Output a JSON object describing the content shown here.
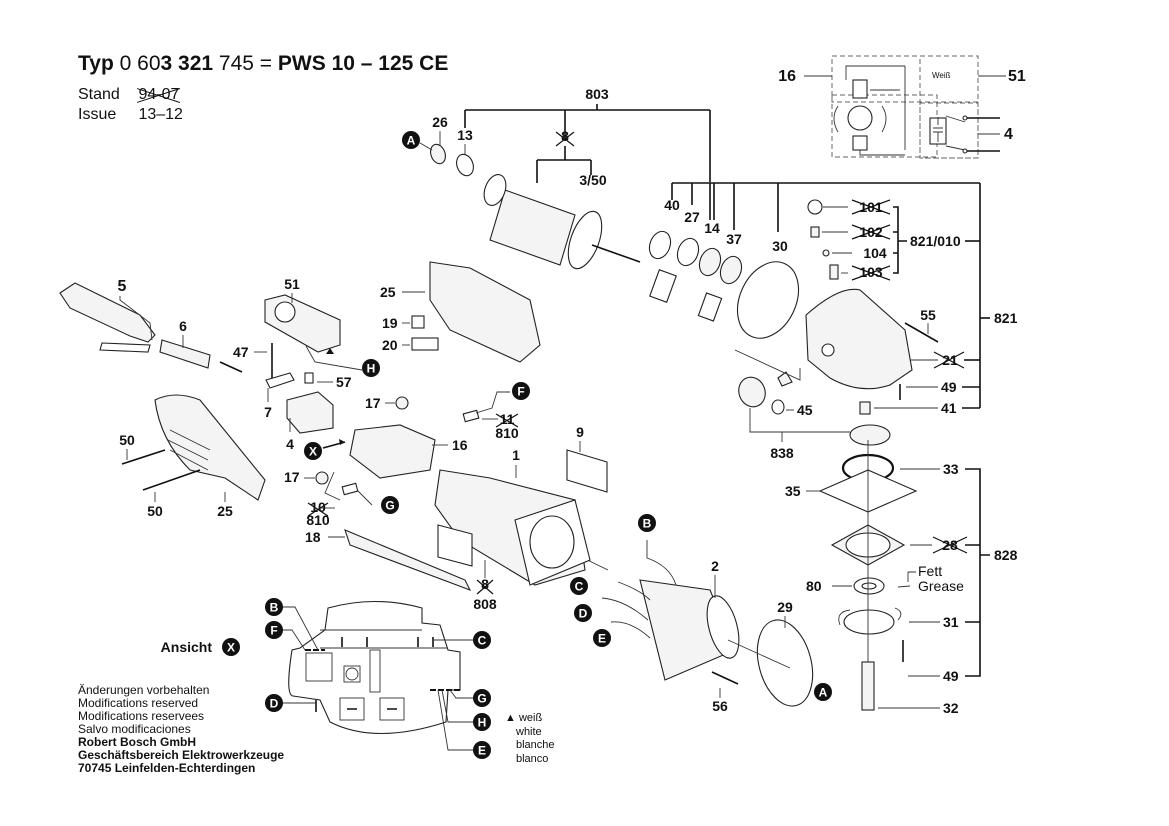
{
  "header": {
    "typ_label": "Typ",
    "part_no_prefix": "0 60",
    "part_no_bold": "3 321",
    "part_no_suffix": "745",
    "equals": "=",
    "model": "PWS 10 – 125 CE",
    "stand_label": "Stand",
    "stand_value": "94-07",
    "issue_label": "Issue",
    "issue_value": "13–12"
  },
  "wiring": {
    "label_16": "16",
    "label_51": "51",
    "label_4": "4",
    "wire_note": "Weiß"
  },
  "parts": {
    "p803": "803",
    "p26": "26",
    "p13": "13",
    "p8": "8",
    "p3_50": "3/50",
    "p40": "40",
    "p27": "27",
    "p14": "14",
    "p37": "37",
    "p30": "30",
    "p101": "101",
    "p102": "102",
    "p104": "104",
    "p103": "103",
    "p821_010": "821/010",
    "p821": "821",
    "p55": "55",
    "p21": "21",
    "p49a": "49",
    "p41": "41",
    "p45": "45",
    "p838": "838",
    "p33": "33",
    "p35": "35",
    "p28": "28",
    "p828": "828",
    "p80": "80",
    "p31": "31",
    "p49b": "49",
    "p32": "32",
    "p29": "29",
    "p2": "2",
    "p56": "56",
    "p1": "1",
    "p9": "9",
    "p808": "808",
    "p18": "18",
    "p25a": "25",
    "p19": "19",
    "p20": "20",
    "p51": "51",
    "p47": "47",
    "p57": "57",
    "p7": "7",
    "p4": "4",
    "p5": "5",
    "p6": "6",
    "p17a": "17",
    "p17b": "17",
    "p16": "16",
    "p810a": "810",
    "p810b": "810",
    "p11": "11",
    "p10": "10",
    "p50a": "50",
    "p50b": "50",
    "p25b": "25"
  },
  "struck_parts": [
    "8",
    "101",
    "102",
    "103",
    "21",
    "28",
    "11",
    "10",
    "8 (808)"
  ],
  "callouts": {
    "A": "A",
    "B": "B",
    "C": "C",
    "D": "D",
    "E": "E",
    "F": "F",
    "G": "G",
    "H": "H",
    "X": "X"
  },
  "grease": {
    "de": "Fett",
    "en": "Grease"
  },
  "ansicht": {
    "label": "Ansicht",
    "marker": "X"
  },
  "white_note": [
    "▲ weiß",
    "white",
    "blanche",
    "blanco"
  ],
  "notes": {
    "lines": [
      "Änderungen vorbehalten",
      "Modifications reserved",
      "Modifications reservees",
      "Salvo modificaciones"
    ],
    "company": [
      "Robert Bosch GmbH",
      "Geschäftsbereich Elektrowerkzeuge",
      "70745 Leinfelden-Echterdingen"
    ]
  }
}
